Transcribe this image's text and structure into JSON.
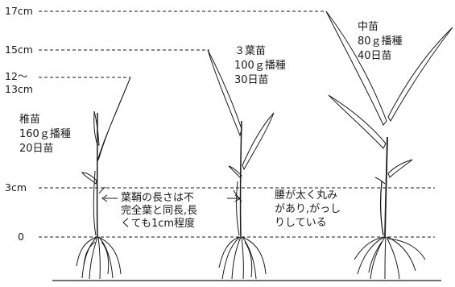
{
  "scale_labels": [
    "17cm",
    "15cm",
    "12～",
    "13cm",
    "3cm",
    "0"
  ],
  "seedlings": [
    {
      "lines": [
        "稚苗",
        "160ｇ播種",
        "20日苗"
      ]
    },
    {
      "lines": [
        "３葉苗",
        "100ｇ播種",
        "30日苗"
      ]
    },
    {
      "lines": [
        "中苗",
        "80ｇ播種",
        "40日苗"
      ]
    }
  ],
  "notes": {
    "sheath": [
      "葉鞘の長さは不",
      "完全葉と同長,長",
      "くても1cm程度"
    ],
    "waist": [
      "腰が太く丸み",
      "があり,がっし",
      "りしている"
    ]
  },
  "colors": {
    "ink": "#1a1a1a",
    "background": "#ffffff"
  }
}
